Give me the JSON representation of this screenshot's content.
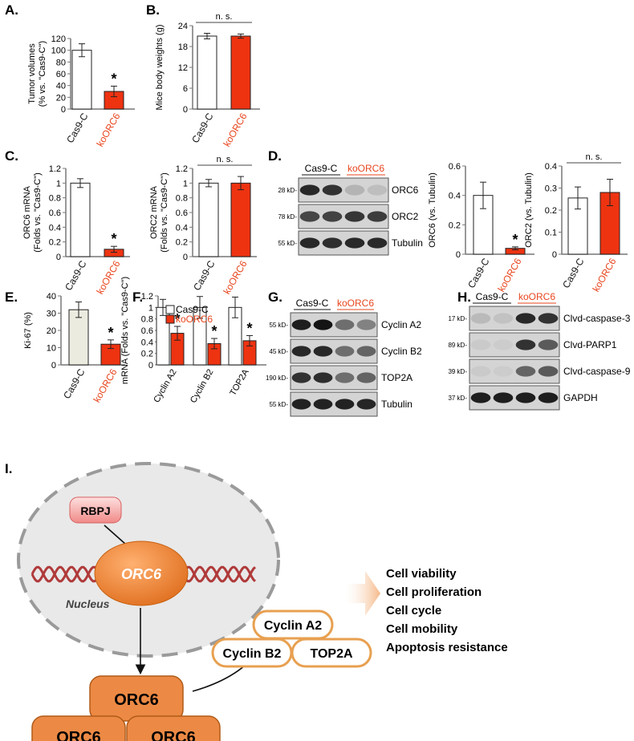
{
  "colors": {
    "control_fill": "#ffffff",
    "ko_fill": "#ee3311",
    "ki67_control_fill": "#ecebe0",
    "ko_label": "#e8461e",
    "orc6_node": "#e8823a",
    "rbpj_node": "#f3a8a6",
    "cyclin_border": "#e8a050",
    "dna": "#b03a3a",
    "nucleus_fill": "#e9e9e9",
    "nucleus_border": "#9a9a9a",
    "arrow_gradient": "#f7c8a0"
  },
  "panels": {
    "A": {
      "letter": "A."
    },
    "B": {
      "letter": "B."
    },
    "C": {
      "letter": "C."
    },
    "D": {
      "letter": "D."
    },
    "E": {
      "letter": "E."
    },
    "F": {
      "letter": "F."
    },
    "G": {
      "letter": "G."
    },
    "H": {
      "letter": "H."
    },
    "I": {
      "letter": "I."
    }
  },
  "chart_data": [
    {
      "id": "A",
      "type": "bar",
      "categories": [
        "Cas9-C",
        "koORC6"
      ],
      "values": [
        100,
        30
      ],
      "errors": [
        11,
        9
      ],
      "ylabel": "Tumor volumes\n(% vs. \"Cas9-C\")",
      "ylim": [
        0,
        120
      ],
      "yticks": [
        "0",
        "20",
        "40",
        "60",
        "80",
        "100",
        "120"
      ],
      "significance": "*"
    },
    {
      "id": "B",
      "type": "bar",
      "categories": [
        "Cas9-C",
        "koORC6"
      ],
      "values": [
        21,
        21
      ],
      "errors": [
        0.8,
        0.6
      ],
      "ylabel": "Mice body weights (g)",
      "ylim": [
        0,
        24
      ],
      "yticks": [
        "0",
        "6",
        "12",
        "18",
        "24"
      ],
      "annotation": "n. s."
    },
    {
      "id": "C1",
      "type": "bar",
      "categories": [
        "Cas9-C",
        "koORC6"
      ],
      "values": [
        1.0,
        0.1
      ],
      "errors": [
        0.06,
        0.04
      ],
      "ylabel": "ORC6 mRNA\n(Folds vs. \"Cas9-C\")",
      "ylim": [
        0,
        1.2
      ],
      "yticks": [
        "0",
        "0.2",
        "0.4",
        "0.6",
        "0.8",
        "1",
        "1.2"
      ],
      "significance": "*"
    },
    {
      "id": "C2",
      "type": "bar",
      "categories": [
        "Cas9-C",
        "koORC6"
      ],
      "values": [
        1.0,
        1.0
      ],
      "errors": [
        0.05,
        0.09
      ],
      "ylabel": "ORC2 mRNA\n(Folds vs. \"Cas9-C\")",
      "ylim": [
        0,
        1.2
      ],
      "yticks": [
        "0",
        "0.2",
        "0.4",
        "0.6",
        "0.8",
        "1",
        "1.2"
      ],
      "annotation": "n. s."
    },
    {
      "id": "D1",
      "type": "bar",
      "categories": [
        "Cas9-C",
        "koORC6"
      ],
      "values": [
        0.4,
        0.04
      ],
      "errors": [
        0.09,
        0.01
      ],
      "ylabel": "ORC6 (vs. Tubulin)",
      "ylim": [
        0,
        0.6
      ],
      "yticks": [
        "0",
        "0.2",
        "0.4",
        "0.6"
      ],
      "significance": "*"
    },
    {
      "id": "D2",
      "type": "bar",
      "categories": [
        "Cas9-C",
        "koORC6"
      ],
      "values": [
        0.255,
        0.28
      ],
      "errors": [
        0.05,
        0.06
      ],
      "ylabel": "ORC2 (vs. Tubulin)",
      "ylim": [
        0,
        0.4
      ],
      "yticks": [
        "0",
        "0.1",
        "0.2",
        "0.3",
        "0.4"
      ],
      "annotation": "n. s."
    },
    {
      "id": "E",
      "type": "bar",
      "categories": [
        "Cas9-C",
        "koORC6"
      ],
      "values": [
        32,
        12
      ],
      "errors": [
        4.5,
        2.5
      ],
      "ylabel": "Ki-67 (%)",
      "ylim": [
        0,
        40
      ],
      "yticks": [
        "0",
        "10",
        "20",
        "30",
        "40"
      ],
      "significance": "*"
    },
    {
      "id": "F",
      "type": "bar",
      "categories": [
        "Cyclin A2",
        "Cyclin B2",
        "TOP2A"
      ],
      "series": [
        {
          "name": "Cas9-C",
          "values": [
            1.0,
            1.0,
            1.0
          ],
          "errors": [
            0.14,
            0.19,
            0.18
          ]
        },
        {
          "name": "koORC6",
          "values": [
            0.55,
            0.37,
            0.42
          ],
          "errors": [
            0.12,
            0.09,
            0.09
          ]
        }
      ],
      "ylabel": "mRNA (Folds vs. \"Cas9-C\")",
      "ylim": [
        0,
        1.2
      ],
      "yticks": [
        "0",
        "0.2",
        "0.4",
        "0.6",
        "0.8",
        "1",
        "1.2"
      ],
      "significance": "*"
    }
  ],
  "blots": {
    "D": {
      "group_labels": [
        "Cas9-C",
        "koORC6"
      ],
      "rows": [
        {
          "marker": "28 kD-",
          "label": "ORC6",
          "intensity": [
            0.85,
            0.8,
            0.15,
            0.1
          ]
        },
        {
          "marker": "78 kD-",
          "label": "ORC2",
          "intensity": [
            0.7,
            0.72,
            0.78,
            0.75
          ]
        },
        {
          "marker": "55 kD-",
          "label": "Tubulin",
          "intensity": [
            0.85,
            0.82,
            0.85,
            0.84
          ]
        }
      ]
    },
    "G": {
      "group_labels": [
        "Cas9-C",
        "koORC6"
      ],
      "rows": [
        {
          "marker": "55 kD-",
          "label": "Cyclin A2",
          "intensity": [
            0.9,
            0.95,
            0.5,
            0.4
          ]
        },
        {
          "marker": "45 kD-",
          "label": "Cyclin B2",
          "intensity": [
            0.85,
            0.85,
            0.5,
            0.55
          ]
        },
        {
          "marker": "190 kD-",
          "label": "TOP2A",
          "intensity": [
            0.8,
            0.82,
            0.5,
            0.55
          ]
        },
        {
          "marker": "55 kD-",
          "label": "Tubulin",
          "intensity": [
            0.88,
            0.88,
            0.88,
            0.86
          ]
        }
      ]
    },
    "H": {
      "group_labels": [
        "Cas9-C",
        "koORC6"
      ],
      "rows": [
        {
          "marker": "17 kD-",
          "label": "Clvd-caspase-3",
          "intensity": [
            0.12,
            0.08,
            0.85,
            0.8
          ]
        },
        {
          "marker": "89 kD-",
          "label": "Clvd-PARP1",
          "intensity": [
            0.04,
            0.03,
            0.8,
            0.6
          ]
        },
        {
          "marker": "39 kD-",
          "label": "Clvd-caspase-9",
          "intensity": [
            0.04,
            0.03,
            0.55,
            0.6
          ]
        },
        {
          "marker": "37 kD-",
          "label": "GAPDH",
          "intensity": [
            0.9,
            0.9,
            0.9,
            0.9
          ]
        }
      ]
    }
  },
  "diagram": {
    "rbpj": "RBPJ",
    "orc6_center": "ORC6",
    "nucleus": "Nucleus",
    "orc6_complex": [
      "ORC6",
      "ORC6",
      "ORC6"
    ],
    "cyclins": [
      "Cyclin A2",
      "Cyclin B2",
      "TOP2A"
    ],
    "outcomes": [
      "Cell viability",
      "Cell proliferation",
      "Cell cycle",
      "Cell mobility",
      "Apoptosis resistance"
    ]
  }
}
